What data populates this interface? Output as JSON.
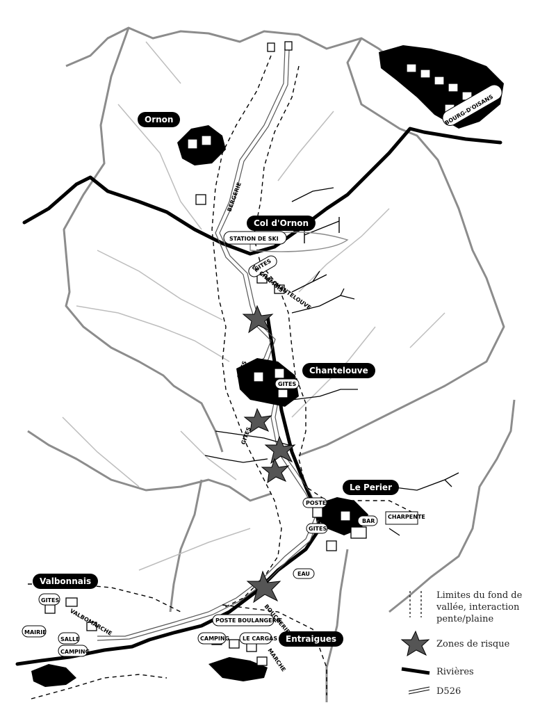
{
  "places": {
    "ornon": "Ornon",
    "col_ornon": "Col d'Ornon",
    "chantelouve": "Chantelouve",
    "le_perier": "Le Perier",
    "valbonnais": "Valbonnais",
    "entraigues": "Entraigues",
    "bourg_doisans": "BOURG-D'OISANS"
  },
  "hand_labels": {
    "bergerie": "BERGERIE",
    "station_ski": "STATION DE SKI",
    "gites": "GITES",
    "le_chamois": "LE CHAMOIS",
    "le_chantelouve": "LE CHANTELOUVE",
    "poste": "POSTE",
    "bar": "BAR",
    "charpente": "CHARPENTE",
    "eau": "EAU",
    "boulangerie": "POSTE BOULANGERIE",
    "camping": "CAMPING",
    "le_cargas": "LE CARGAS",
    "marche": "MARCHE",
    "boucherie": "BOUCHERIE",
    "mairie": "MAIRIE",
    "salle": "SALLE",
    "valbomarche": "VALBOMARCHE"
  },
  "legend": {
    "limits": "Limites du fond de vallée, interaction pente/plaine",
    "risk": "Zones de risque",
    "rivers": "Rivières",
    "road": "D526"
  },
  "colors": {
    "river": "#000000",
    "ridge": "#8c8c8c",
    "stream": "#bdbdbd",
    "risk": "#555555"
  },
  "icons": [
    "risk-star-icon",
    "river-line-icon",
    "road-double-line-icon",
    "dashed-limit-icon"
  ]
}
